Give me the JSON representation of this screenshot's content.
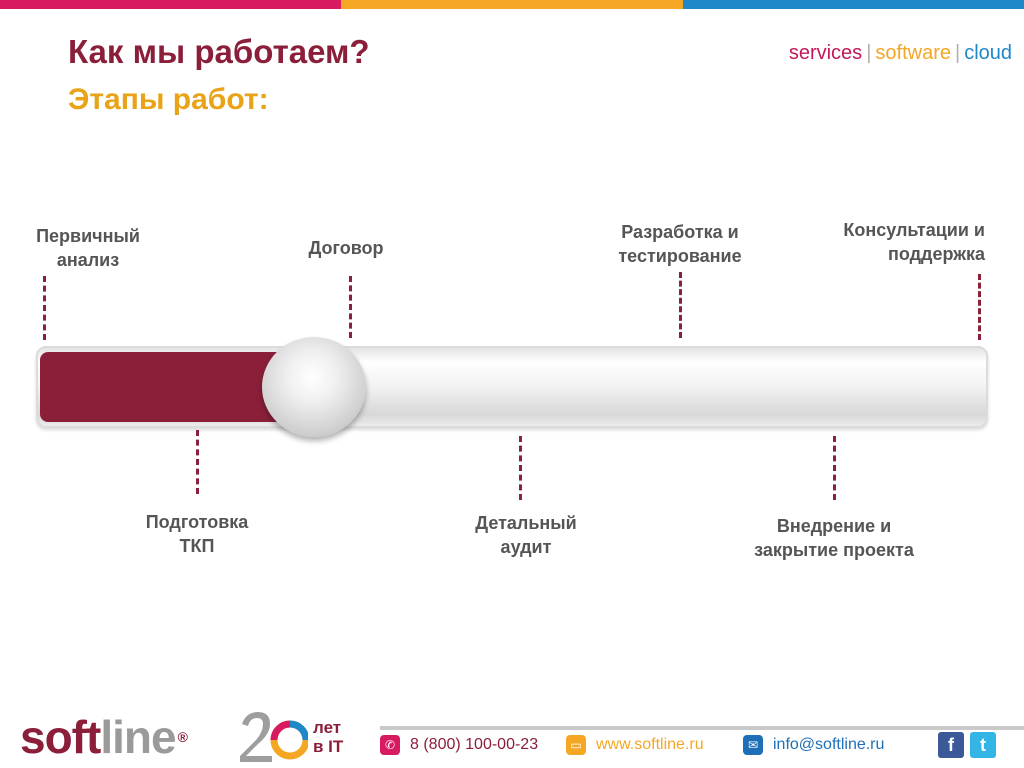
{
  "colors": {
    "brand_dark_red": "#8b1f3a",
    "accent_magenta": "#c2185b",
    "accent_orange": "#f5a623",
    "accent_blue": "#1e88c8",
    "top_bar": [
      "#d81b60",
      "#f5a623",
      "#1e88c8"
    ]
  },
  "header": {
    "title": "Как мы работаем?",
    "subtitle": "Этапы работ:"
  },
  "tagline": {
    "services": "services",
    "software": "software",
    "cloud": "cloud",
    "separator": "|"
  },
  "timeline": {
    "progress_fraction": 0.29,
    "stages_top": [
      {
        "line1": "Первичный",
        "line2": "анализ"
      },
      {
        "line1": "Договор",
        "line2": ""
      },
      {
        "line1": "Разработка и",
        "line2": "тестирование"
      },
      {
        "line1": "Консультации и",
        "line2": "поддержка"
      }
    ],
    "stages_bottom": [
      {
        "line1": "Подготовка",
        "line2": "ТКП"
      },
      {
        "line1": "Детальный",
        "line2": "аудит"
      },
      {
        "line1": "Внедрение и",
        "line2": "закрытие проекта"
      }
    ]
  },
  "footer": {
    "logo_soft": "soft",
    "logo_line": "line",
    "logo_reg": "®",
    "years_line1": "лет",
    "years_line2": "в IT",
    "phone": "8 (800) 100-00-23",
    "website": "www.softline.ru",
    "email": "info@softline.ru",
    "social_icons": [
      "facebook-icon",
      "twitter-icon"
    ]
  }
}
